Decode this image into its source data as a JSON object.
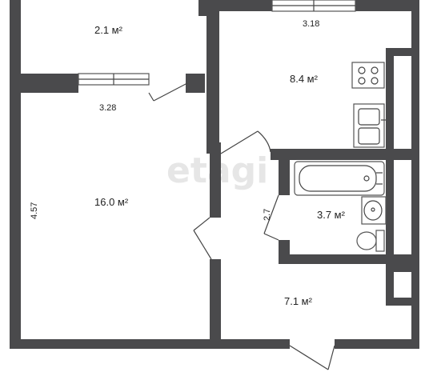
{
  "watermark": "etagi",
  "rooms": {
    "balcony_area": "2.1 м²",
    "kitchen_area": "8.4 м²",
    "living_area": "16.0 м²",
    "bath_area": "3.7 м²",
    "hall_area": "7.1 м²"
  },
  "dimensions": {
    "kitchen_width": "3.18",
    "living_width": "3.28",
    "living_depth": "4.57",
    "bath_depth": "2.7"
  }
}
